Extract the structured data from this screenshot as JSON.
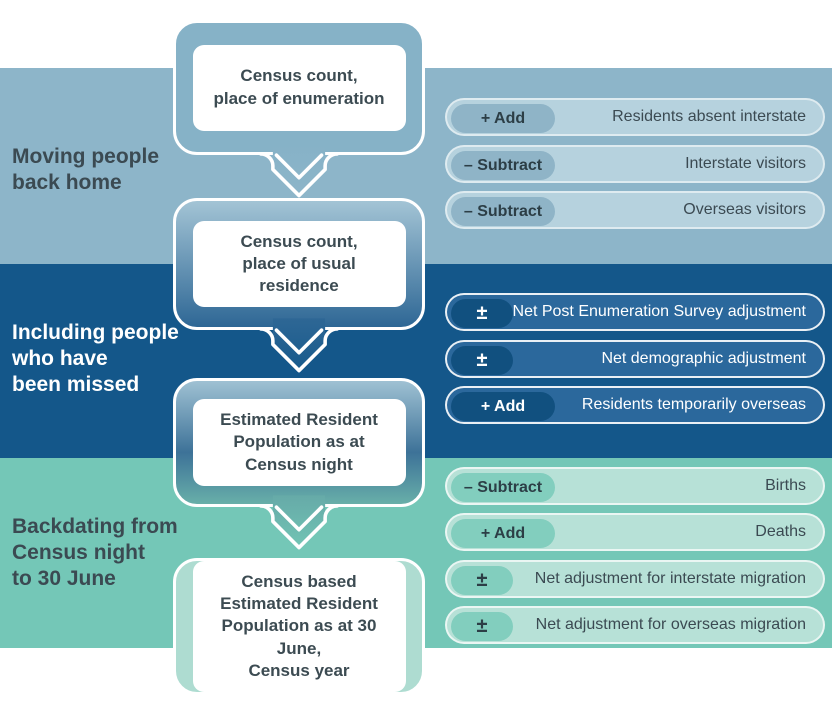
{
  "colors": {
    "band1": "#8db5c9",
    "band2": "#14578a",
    "band3": "#74c7b7",
    "container1": "#86b2c7",
    "container2_top": "#a3c4d5",
    "container2_bottom": "#2e6795",
    "container3_top": "#9fc1d3",
    "container3_mid": "#3d7298",
    "container3_bottom": "#68afa9",
    "container4": "#aedcd1",
    "arrow1_top": "#86b2c7",
    "arrow1_bottom": "#8db5c9",
    "arrow2_top": "#2e6795",
    "arrow2_bottom": "#175a8c",
    "arrow3_top": "#66aaa8",
    "arrow3_bottom": "#72c4b4",
    "pill1_bg": "#b6d2de",
    "pill1_badge": "#8fb4c7",
    "pill2_bg": "#2b689c",
    "pill2_badge": "#11507f",
    "pill3_bg": "#b7e1d7",
    "pill3_badge": "#82cebe",
    "text_dark": "#3b4a52",
    "text_box": "#3c4b52",
    "text_light": "#ffffff"
  },
  "bands": [
    {
      "label": "Moving people\nback home"
    },
    {
      "label": "Including people\nwho have\nbeen missed"
    },
    {
      "label": "Backdating from\nCensus night\nto 30 June"
    }
  ],
  "boxes": [
    {
      "text": "Census count,\nplace of enumeration"
    },
    {
      "text": "Census count,\nplace of usual residence"
    },
    {
      "text": "Estimated Resident\nPopulation as at\nCensus night"
    },
    {
      "text": "Census based\nEstimated Resident\nPopulation as at 30 June,\nCensus year"
    }
  ],
  "pills": [
    {
      "badge": "+ Add",
      "label": "Residents absent interstate"
    },
    {
      "badge": "– Subtract",
      "label": "Interstate visitors"
    },
    {
      "badge": "– Subtract",
      "label": "Overseas visitors"
    },
    {
      "badge": "±",
      "label": "Net Post Enumeration Survey adjustment"
    },
    {
      "badge": "±",
      "label": "Net demographic adjustment"
    },
    {
      "badge": "+ Add",
      "label": "Residents temporarily overseas"
    },
    {
      "badge": "– Subtract",
      "label": "Births"
    },
    {
      "badge": "+ Add",
      "label": "Deaths"
    },
    {
      "badge": "±",
      "label": "Net adjustment for interstate migration"
    },
    {
      "badge": "±",
      "label": "Net adjustment for overseas migration"
    }
  ]
}
